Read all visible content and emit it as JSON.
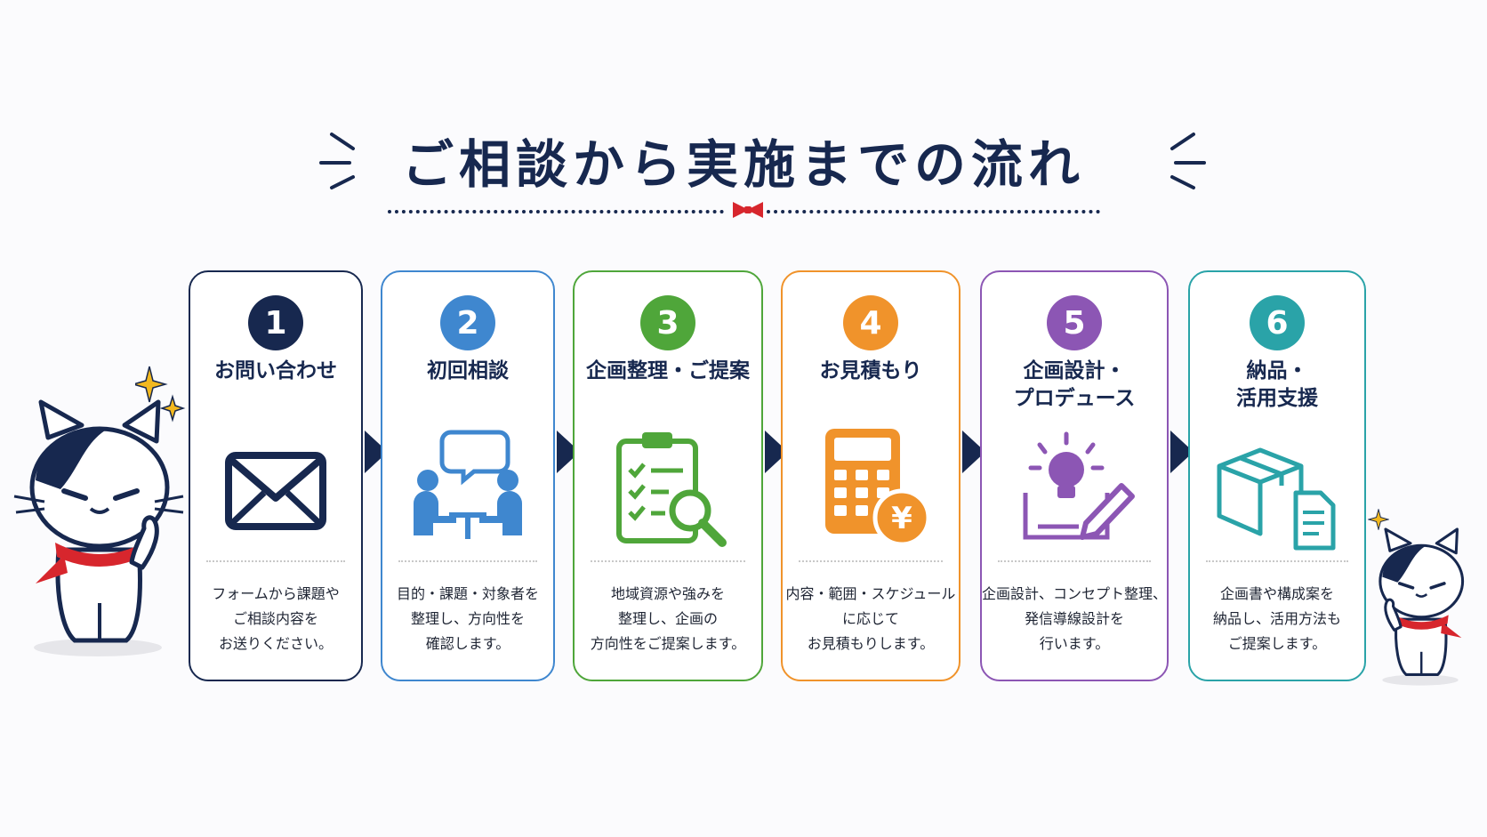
{
  "title": "ご相談から実施までの流れ",
  "colors": {
    "navy": "#17284f",
    "accent_red": "#d7262d"
  },
  "steps": [
    {
      "number": "1",
      "label": "お問い合わせ",
      "description": "フォームから課題や\nご相談内容を\nお送りください。",
      "color": "#17284f",
      "icon": "envelope-icon"
    },
    {
      "number": "2",
      "label": "初回相談",
      "description": "目的・課題・対象者を\n整理し、方向性を\n確認します。",
      "color": "#3f87cf",
      "icon": "meeting-icon"
    },
    {
      "number": "3",
      "label": "企画整理・ご提案",
      "description": "地域資源や強みを\n整理し、企画の\n方向性をご提案します。",
      "color": "#4fa63a",
      "icon": "clipboard-search-icon"
    },
    {
      "number": "4",
      "label": "お見積もり",
      "description": "内容・範囲・スケジュール\nに応じて\nお見積もりします。",
      "color": "#f0932b",
      "icon": "calculator-yen-icon"
    },
    {
      "number": "5",
      "label": "企画設計・\nプロデュース",
      "description": "企画設計、コンセプト整理、\n発信導線設計を\n行います。",
      "color": "#8c56b4",
      "icon": "idea-design-icon"
    },
    {
      "number": "6",
      "label": "納品・\n活用支援",
      "description": "企画書や構成案を\n納品し、活用方法も\nご提案します。",
      "color": "#2aa3a8",
      "icon": "delivery-box-document-icon"
    }
  ]
}
